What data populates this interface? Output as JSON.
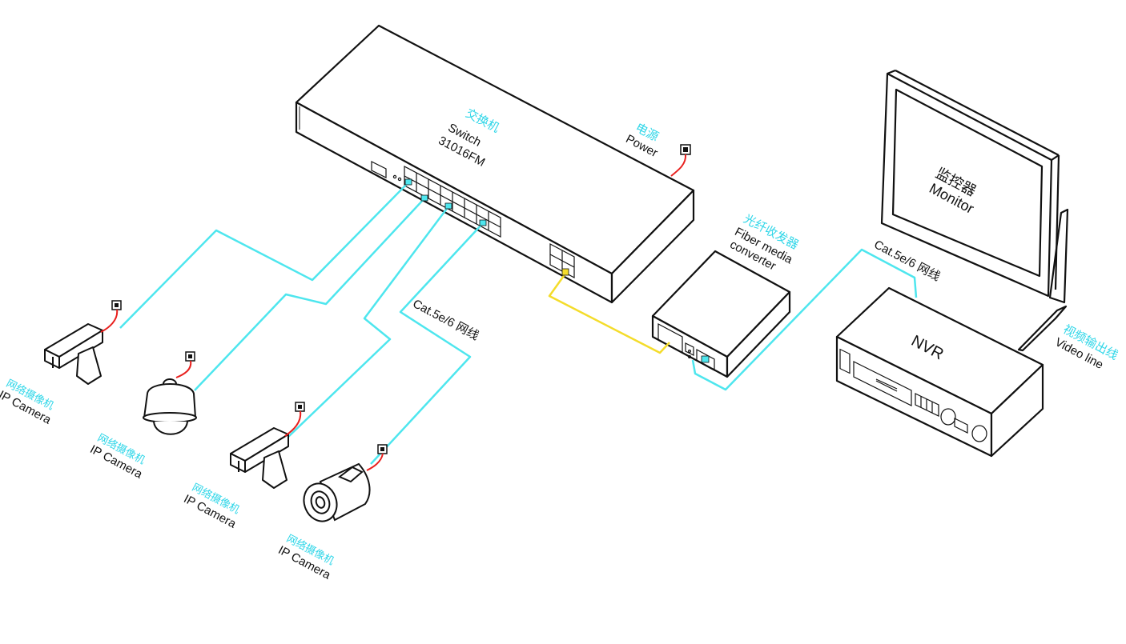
{
  "colors": {
    "cable": "#4ee6ee",
    "fiber": "#f4dc2a",
    "power": "#e8201e",
    "outline": "#111111",
    "zh_label": "#2fd6e8"
  },
  "switch": {
    "zh": "交换机",
    "en": "Switch",
    "model": "31016FM"
  },
  "power": {
    "zh": "电源",
    "en": "Power"
  },
  "fiber_converter": {
    "zh": "光纤收发器",
    "en1": "Fiber media",
    "en2": "converter"
  },
  "monitor": {
    "zh": "监控器",
    "en": "Monitor"
  },
  "nvr": {
    "label": "NVR"
  },
  "video_line": {
    "zh": "视频输出线",
    "en": "Video line"
  },
  "cable_labels": {
    "switch_side": "Cat.5e/6 网线",
    "nvr_side": "Cat.5e/6 网线"
  },
  "cameras": [
    {
      "type": "box-camera-icon",
      "zh": "网络摄像机",
      "en": "IP Camera"
    },
    {
      "type": "dome-camera-icon",
      "zh": "网络摄像机",
      "en": "IP Camera"
    },
    {
      "type": "box-camera-icon",
      "zh": "网络摄像机",
      "en": "IP Camera"
    },
    {
      "type": "bullet-camera-icon",
      "zh": "网络摄像机",
      "en": "IP Camera"
    }
  ]
}
